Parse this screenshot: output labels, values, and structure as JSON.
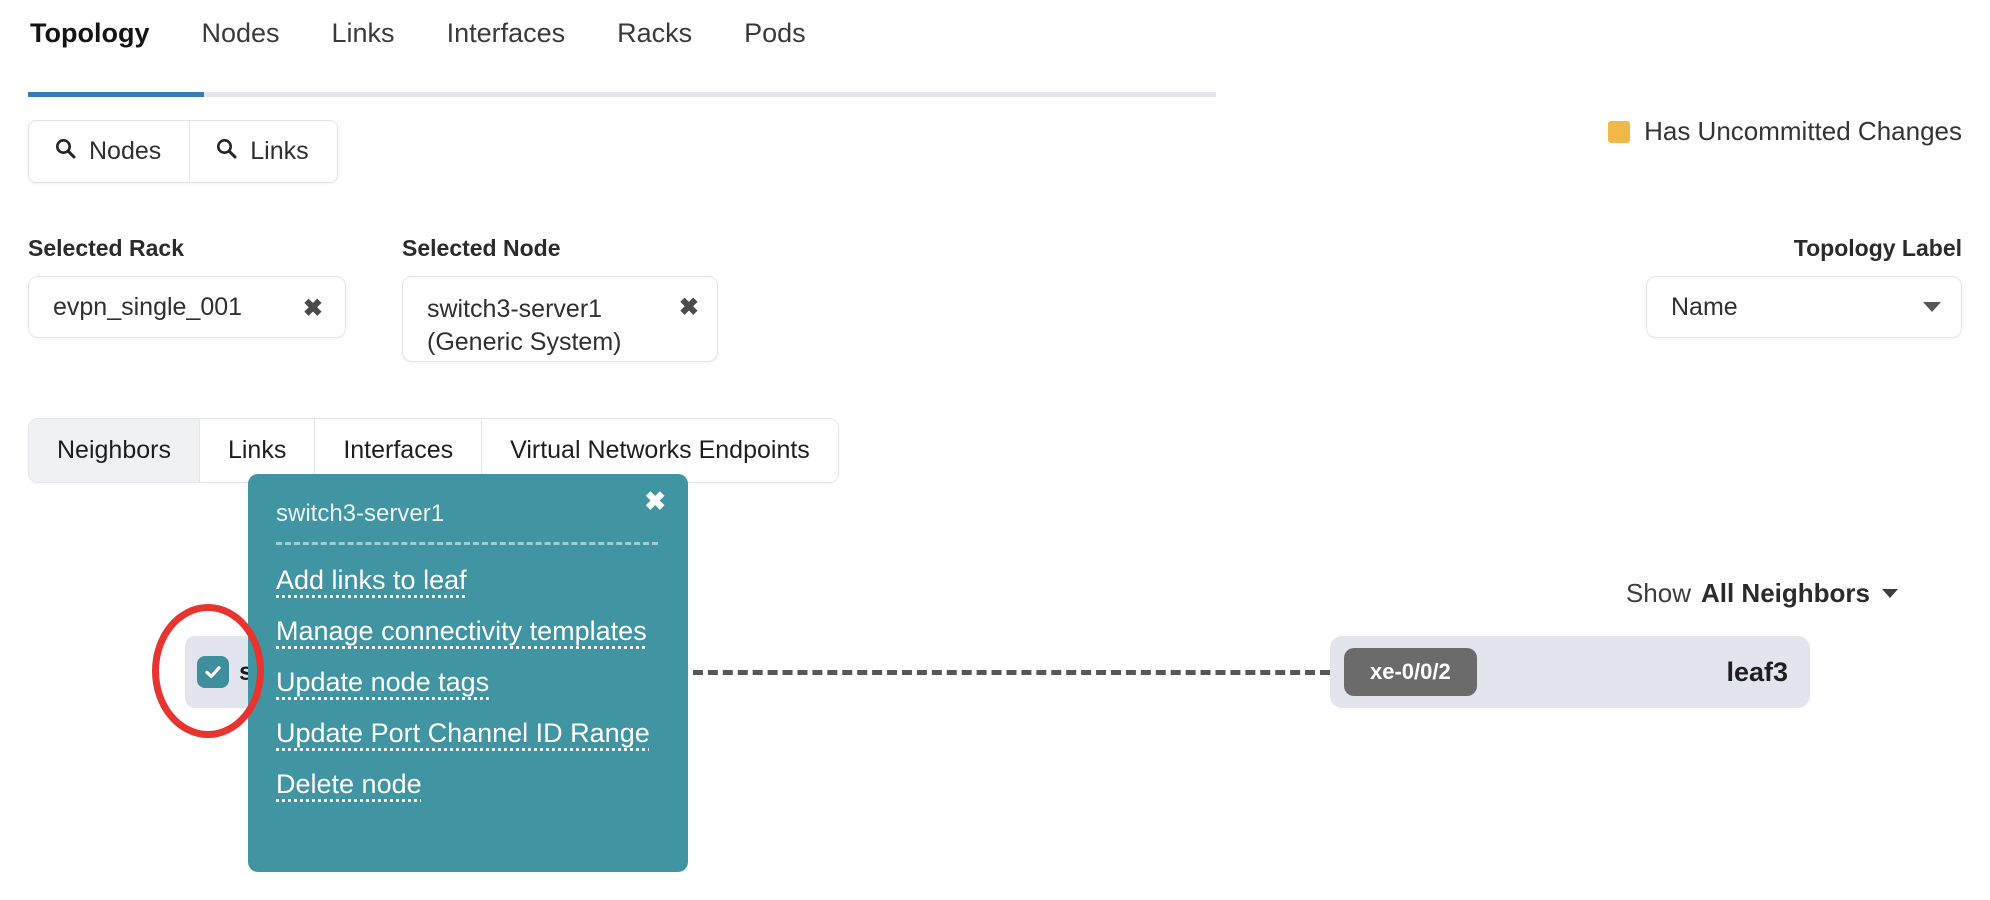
{
  "top_tabs": [
    {
      "label": "Topology",
      "active": true
    },
    {
      "label": "Nodes",
      "active": false
    },
    {
      "label": "Links",
      "active": false
    },
    {
      "label": "Interfaces",
      "active": false
    },
    {
      "label": "Racks",
      "active": false
    },
    {
      "label": "Pods",
      "active": false
    }
  ],
  "search_buttons": [
    {
      "label": "Nodes",
      "icon": "search-icon"
    },
    {
      "label": "Links",
      "icon": "search-icon"
    }
  ],
  "legend": {
    "label": "Has Uncommitted Changes",
    "color": "#f0b849"
  },
  "selectors": {
    "rack": {
      "label": "Selected Rack",
      "value": "evpn_single_001",
      "clear_icon": "✖"
    },
    "node": {
      "label": "Selected Node",
      "value": "switch3-server1 (Generic System)",
      "clear_icon": "✖"
    },
    "topology_label": {
      "label": "Topology Label",
      "value": "Name",
      "options": [
        "Name"
      ]
    }
  },
  "sub_tabs": [
    {
      "label": "Neighbors",
      "active": true
    },
    {
      "label": "Links",
      "active": false
    },
    {
      "label": "Interfaces",
      "active": false
    },
    {
      "label": "Virtual Networks Endpoints",
      "active": false
    }
  ],
  "canvas": {
    "show_neighbors": {
      "prefix": "Show",
      "value": "All Neighbors"
    },
    "selected_node": {
      "label": "s",
      "checked": true,
      "checkbox_color": "#3d8f9d"
    },
    "neighbor_node": {
      "interface": "xe-0/0/2",
      "name": "leaf3"
    }
  },
  "popup": {
    "title": "switch3-server1",
    "close_icon": "✖",
    "background": "#4194a2",
    "items": [
      "Add links to leaf",
      "Manage connectivity templates",
      "Update node tags",
      "Update Port Channel ID Range",
      "Delete node"
    ]
  },
  "annotation": {
    "shape": "ellipse",
    "color": "#e8342f"
  }
}
